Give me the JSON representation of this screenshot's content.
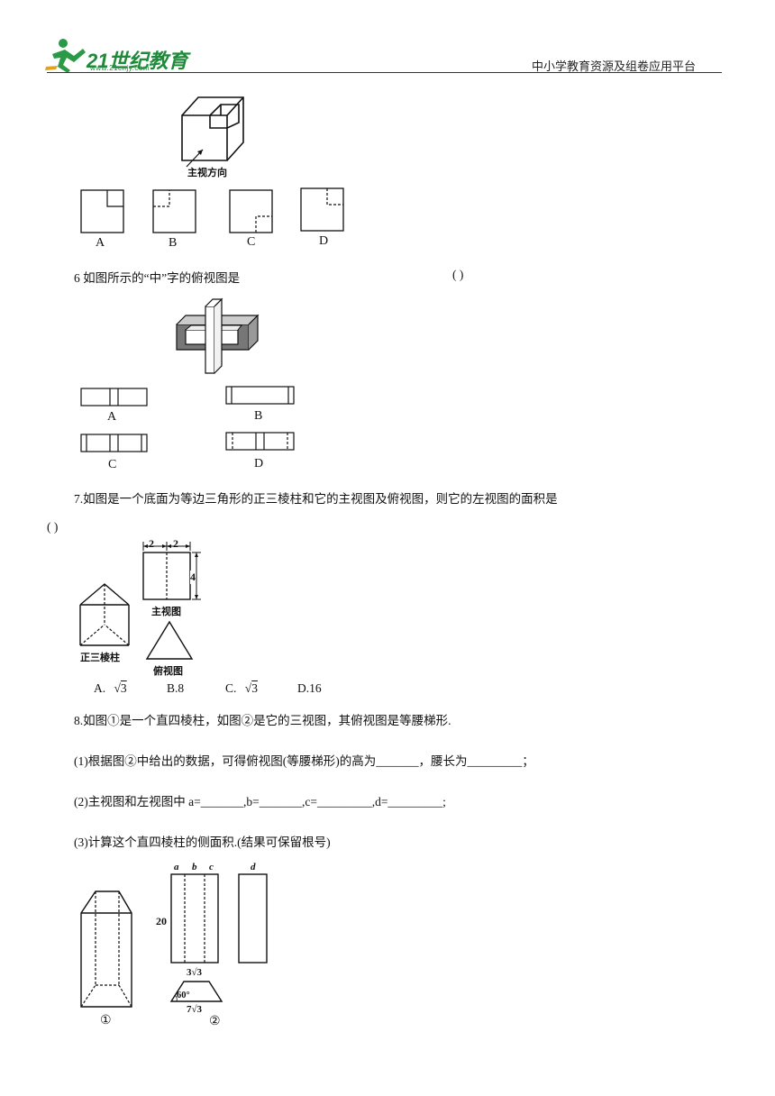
{
  "header": {
    "logo_main": "21世纪教育",
    "logo_url": "www.21cnjy.com",
    "platform": "中小学教育资源及组卷应用平台"
  },
  "q5": {
    "direction_label": "主视方向",
    "options": [
      "A",
      "B",
      "C",
      "D"
    ]
  },
  "q6": {
    "stem": "6 如图所示的“中”字的俯视图是",
    "paren": "(      )",
    "options": [
      "A",
      "B",
      "C",
      "D"
    ]
  },
  "q7": {
    "stem": "7.如图是一个底面为等边三角形的正三棱柱和它的主视图及俯视图，则它的左视图的面积是",
    "paren": "(      )",
    "dim_left": "2",
    "dim_right": "2",
    "dim_height": "4",
    "label_main_view": "主视图",
    "label_prism": "正三棱柱",
    "label_top_view": "俯视图",
    "choices": [
      {
        "letter": "A.",
        "radicand": "3",
        "prefix": ""
      },
      {
        "letter": "B.8",
        "radicand": "",
        "prefix": ""
      },
      {
        "letter": "C.",
        "radicand": "3",
        "prefix": ""
      },
      {
        "letter": "D.16",
        "radicand": "",
        "prefix": ""
      }
    ]
  },
  "q8": {
    "stem": "8.如图①是一个直四棱柱，如图②是它的三视图，其俯视图是等腰梯形.",
    "part1": "(1)根据图②中给出的数据，可得俯视图(等腰梯形)的高为_______，腰长为_________；",
    "part2": "(2)主视图和左视图中 a=_______,b=_______,c=_________,d=_________;",
    "part3": "(3)计算这个直四棱柱的侧面积.(结果可保留根号)",
    "fig_labels": {
      "a": "a",
      "b": "b",
      "c": "c",
      "d": "d",
      "height": "20",
      "top_width": "3√3",
      "angle": "60°",
      "bottom_width": "7√3",
      "fig1": "①",
      "fig2": "②"
    }
  }
}
